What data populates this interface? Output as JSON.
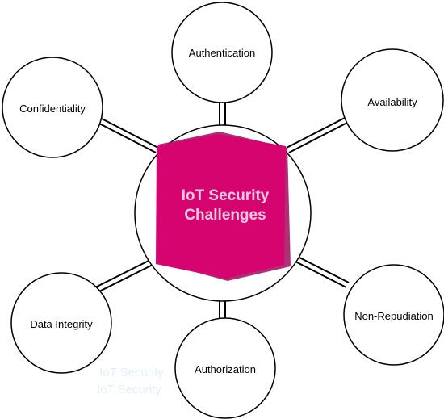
{
  "center": {
    "line1": "IoT Security",
    "line2": "Challenges"
  },
  "nodes": {
    "authentication": "Authentication",
    "availability": "Availability",
    "confidentiality": "Confidentiality",
    "data_integrity": "Data Integrity",
    "authorization": "Authorization",
    "non_repudiation": "Non-Repudiation"
  },
  "watermark": {
    "line1": "IoT Security",
    "line2": "IoT Security"
  },
  "colors": {
    "hexagon_fill": "#d6046e",
    "hexagon_shade": "#a00a5c",
    "center_text": "#f9c9e4",
    "outline": "#000000"
  }
}
